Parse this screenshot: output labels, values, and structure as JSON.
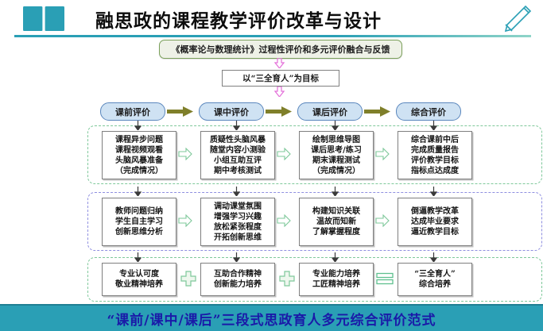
{
  "header": {
    "title": "融思政的课程教学评价改革与设计",
    "book_icon": "open-book-icon",
    "pencil_icon": "pencil-icon"
  },
  "top": {
    "subject_box": "《概率论与数理统计》过程性评价和多元评价融合与反馈",
    "goal_box": "以“三全育人”为目标"
  },
  "stages": [
    {
      "label": "课前评价"
    },
    {
      "label": "课中评价"
    },
    {
      "label": "课后评价"
    },
    {
      "label": "综合评价"
    }
  ],
  "rows": [
    {
      "name": "evaluation-content-row",
      "boxes": [
        {
          "lines": [
            "课程异步问题",
            "课程视频观看",
            "头脑风暴准备",
            "（完成情况）"
          ]
        },
        {
          "lines": [
            "质疑性头脑风暴",
            "随堂内容小测验",
            "小组互助互评",
            "期中考核测试"
          ]
        },
        {
          "lines": [
            "绘制思维导图",
            "课后思考/练习",
            "期末课程测试",
            "（完成情况）"
          ]
        },
        {
          "lines": [
            "综合课前中后",
            "完成质量报告",
            "评价教学目标",
            "指标点达成度"
          ]
        }
      ]
    },
    {
      "name": "evaluation-effect-row",
      "boxes": [
        {
          "lines": [
            "教师问题归纳",
            "学生自主学习",
            "创新思维分析"
          ]
        },
        {
          "lines": [
            "调动课堂氛围",
            "增强学习兴趣",
            "放松紧张程度",
            "开拓创新思维"
          ]
        },
        {
          "lines": [
            "构建知识关联",
            "温故而知新",
            "了解掌握程度"
          ]
        },
        {
          "lines": [
            "倒逼教学改革",
            "达成毕业要求",
            "逼近教学目标"
          ]
        }
      ]
    },
    {
      "name": "cultivation-row",
      "boxes": [
        {
          "lines": [
            "专业认可度",
            "敬业精神培养"
          ]
        },
        {
          "lines": [
            "互助合作精神",
            "创新能力培养"
          ]
        },
        {
          "lines": [
            "专业能力培养",
            "工匠精神培养"
          ]
        },
        {
          "lines": [
            "“三全育人”",
            "综合培养"
          ]
        }
      ]
    }
  ],
  "connectors": {
    "stage_arrow": "right-arrow-icon",
    "flow_arrow": "hollow-right-arrow-icon",
    "plus": "plus-icon",
    "equals": "equals-icon",
    "down_arrow": "down-arrow-icon"
  },
  "footer": {
    "text": "“课前/课中/课后”三段式思政育人多元综合评价范式"
  },
  "colors": {
    "brand_teal": "#2a9fb5",
    "stage_pill_fill": "#cfe2f3",
    "stage_pill_border": "#5b87bd",
    "stage_arrow": "#7f7f2a",
    "zone_green": "#7ec89a",
    "zone_purple": "#8f8fe0",
    "topbox_fill": "#eef1e7",
    "topbox_border": "#7ba05b",
    "footer_text": "#1a1aa8",
    "pink_arrow": "#e46fd9"
  }
}
